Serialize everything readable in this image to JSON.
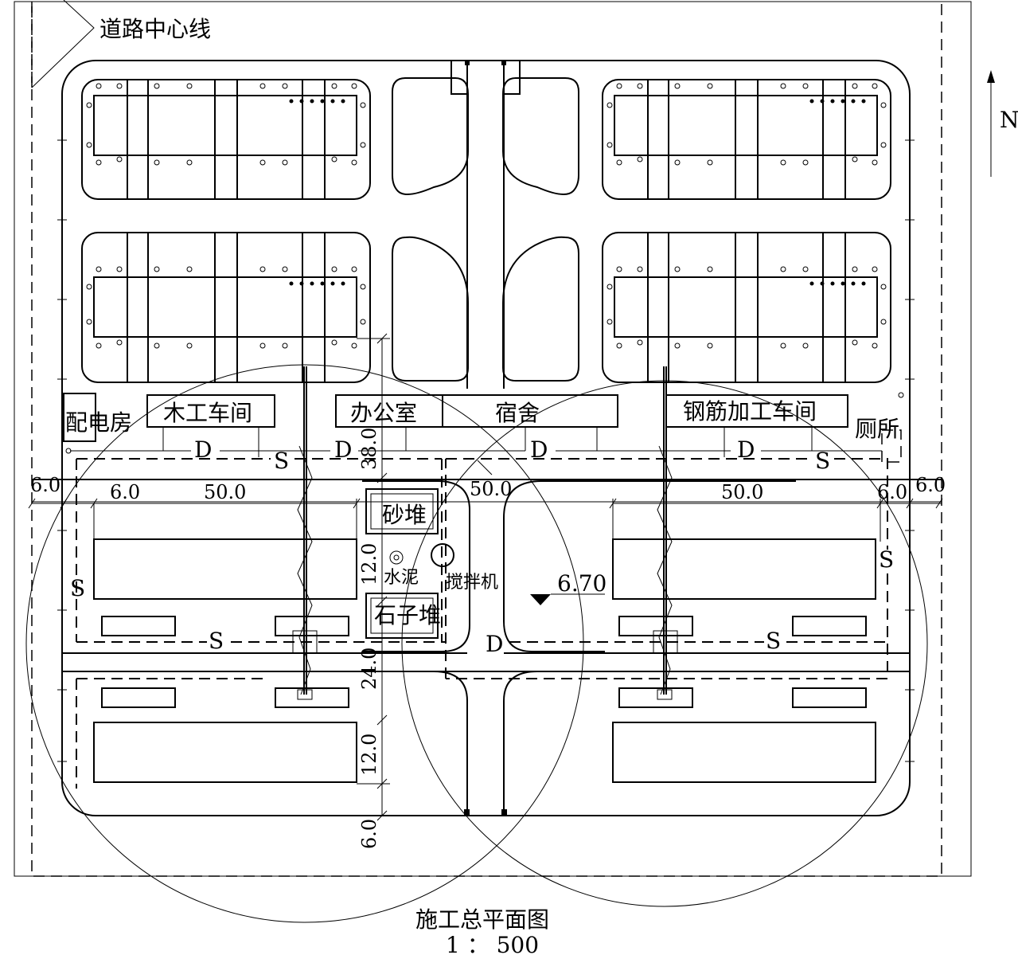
{
  "labels": {
    "road_centerline": "道路中心线",
    "north": "N",
    "power_room": "配电房",
    "carpentry": "木工车间",
    "office": "办公室",
    "dormitory": "宿舍",
    "rebar": "钢筋加工车间",
    "toilet": "厕所",
    "sand": "砂堆",
    "cement": "水泥",
    "mixer": "搅拌机",
    "gravel": "石子堆",
    "elevation": "6.70"
  },
  "lines": {
    "D": "D",
    "S": "S"
  },
  "dims": {
    "d6": "6.0",
    "d50": "50.0",
    "d38": "38.0",
    "d12": "12.0",
    "d24": "24.0"
  },
  "title": {
    "name": "施工总平面图",
    "scale": "1 ： 500"
  }
}
